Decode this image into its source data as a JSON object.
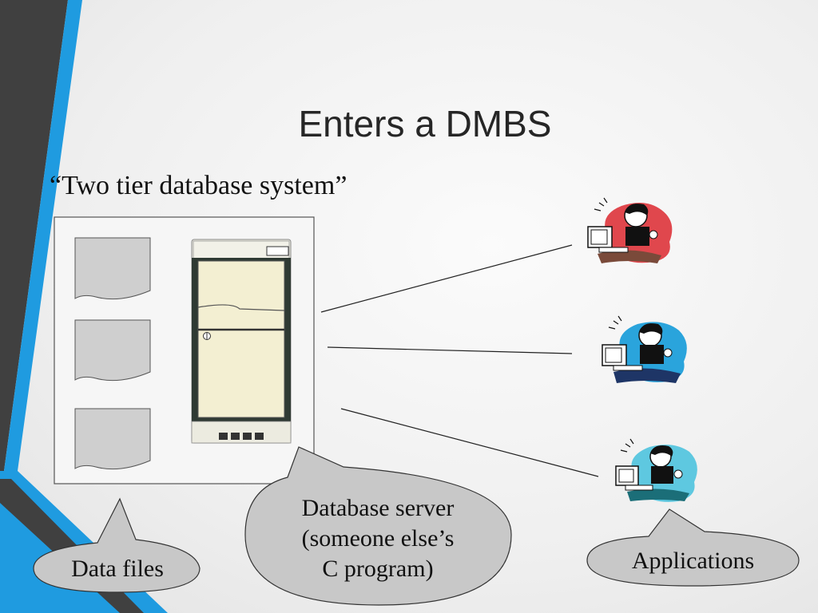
{
  "slide": {
    "title": "Enters a DMBS",
    "subtitle": "“Two tier database system”"
  },
  "callouts": {
    "data_files": "Data files",
    "database_server_lines": [
      "Database server",
      "(someone else’s",
      "C program)"
    ],
    "applications": "Applications"
  },
  "colors": {
    "accent_blue": "#1f9be0",
    "accent_dark": "#404040",
    "callout_fill": "#c8c8c8",
    "app_red": "#e0474d",
    "app_blue": "#2aa4dc",
    "app_teal": "#5ec8e0"
  },
  "icons": [
    "data-file-icon",
    "server-cabinet-icon",
    "user-at-computer-icon"
  ]
}
